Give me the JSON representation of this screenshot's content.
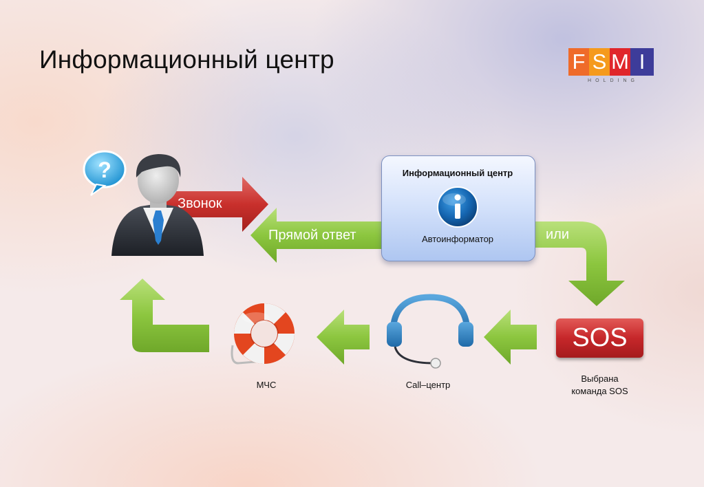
{
  "title": "Информационный центр",
  "logo": {
    "letters": [
      "F",
      "S",
      "M",
      "I"
    ],
    "tile_colors": [
      "#ef6b2a",
      "#f59a1c",
      "#e0262b",
      "#3d3c9a"
    ],
    "subtitle": "HOLDING"
  },
  "info_center": {
    "title": "Информационный центр",
    "label": "Автоинформатор",
    "icon": "info-icon"
  },
  "arrows": {
    "call": "Звонок",
    "direct_answer": "Прямой ответ",
    "or": "или"
  },
  "sos": {
    "button": "SOS",
    "caption_line1": "Выбрана",
    "caption_line2": "команда SOS"
  },
  "call_center": {
    "caption": "Call–центр",
    "icon": "headset-icon"
  },
  "mchs": {
    "caption": "МЧС",
    "icon": "lifebuoy-icon"
  },
  "user": {
    "icon": "businessman-icon",
    "bubble": "?"
  },
  "colors": {
    "green_arrow": "#8cc63f",
    "red_arrow": "#c9302c",
    "sos_red": "#c6272a"
  }
}
